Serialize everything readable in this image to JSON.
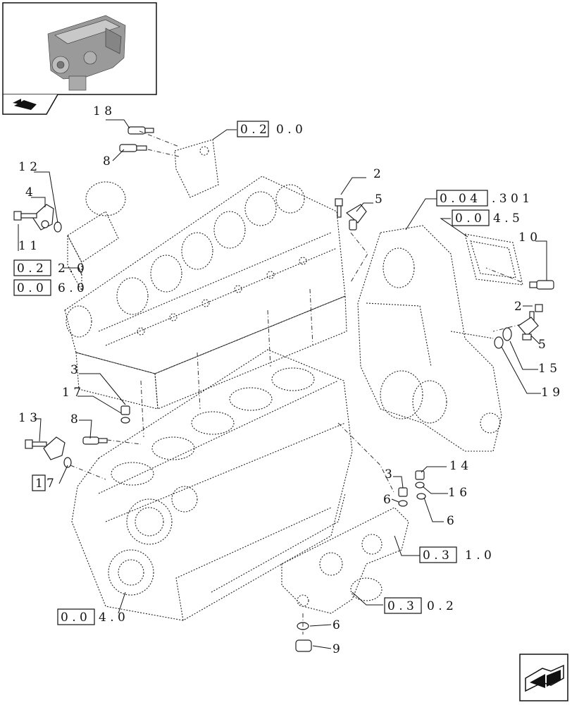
{
  "callouts": {
    "c18": "1 8",
    "c8a": "8",
    "c12": "1 2",
    "c4": "4",
    "c11": "1 1",
    "c2a": "2",
    "c5a": "5",
    "c10": "1 0",
    "c2b": "2",
    "c5b": "5",
    "c15": "1 5",
    "c19": "1 9",
    "c3a": "3",
    "c17": "1 7",
    "c8b": "8",
    "c13": "1 3",
    "c3b": "3",
    "c14": "1 4",
    "c16": "1 6",
    "c6a": "6",
    "c6b": "6",
    "c6c": "6",
    "c9": "9"
  },
  "refs": {
    "r0200": {
      "boxed": "0 . 2",
      "rest": "0 . 0"
    },
    "r04301": {
      "boxed": "0 . 0 4",
      "rest": ". 3   0 1"
    },
    "r0045": {
      "boxed": "0 . 0",
      "rest": "4 . 5"
    },
    "r0220": {
      "boxed": "0 . 2",
      "rest": "2 . 0"
    },
    "r0060": {
      "boxed": "0 . 0",
      "rest": "6 . 0"
    },
    "r17": {
      "boxed": "1",
      "rest": "7"
    },
    "r0310": {
      "boxed": "0 . 3",
      "rest": "1 . 0"
    },
    "r0302": {
      "boxed": "0 . 3",
      "rest": "0 . 2"
    },
    "r0040": {
      "boxed": "0 . 0",
      "rest": "4 . 0"
    }
  },
  "icons": {
    "thumbnail": "engine-thumbnail-icon",
    "prev": "previous-page-arrow-icon",
    "next": "next-page-arrow-icon"
  }
}
